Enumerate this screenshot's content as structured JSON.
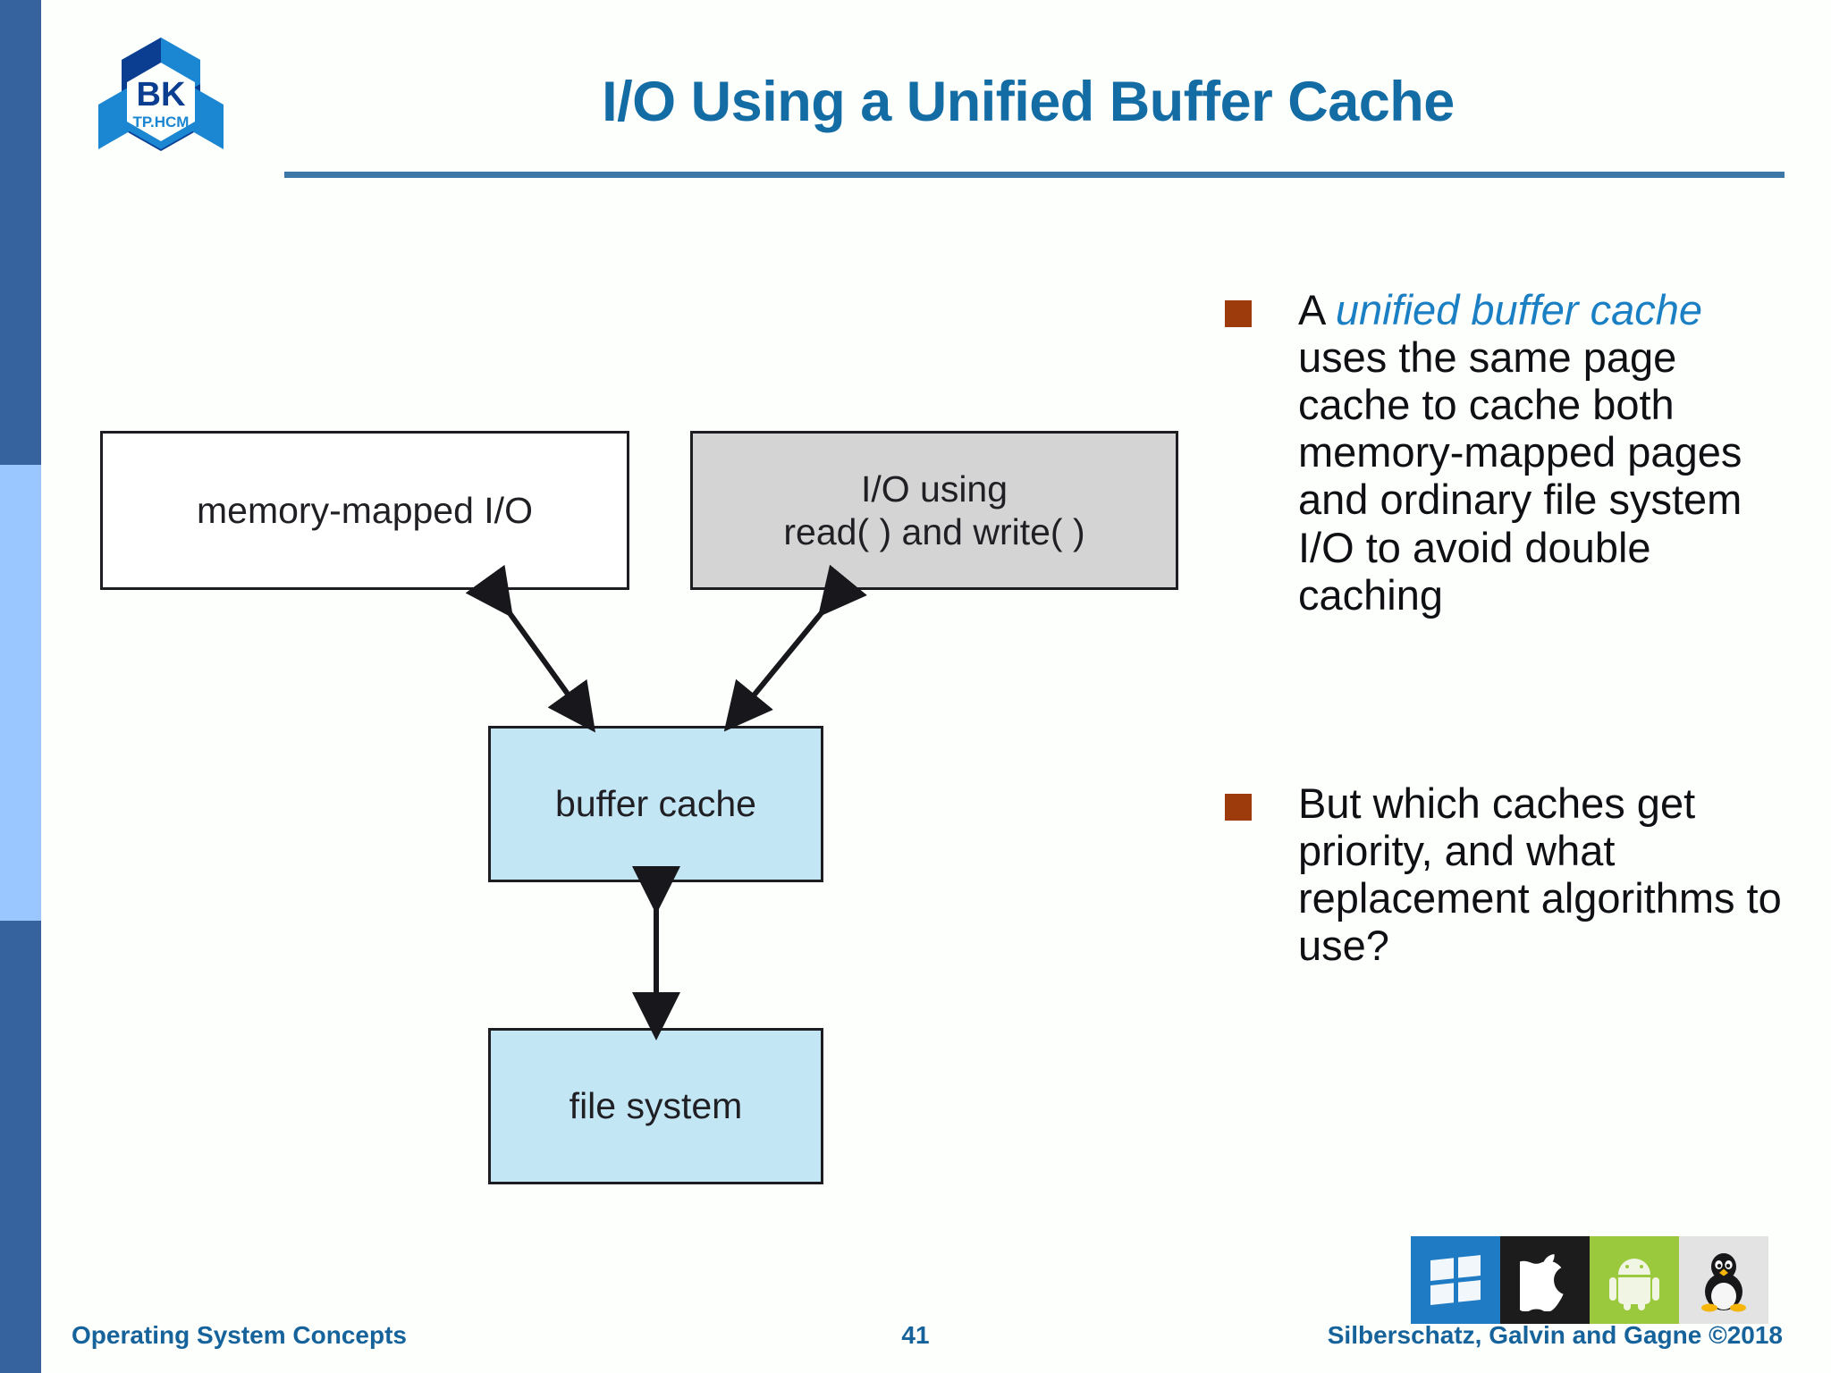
{
  "slide": {
    "title": "I/O Using a Unified Buffer Cache",
    "accent_color": "#136da4",
    "rule_color": "#3c77a8",
    "sidebar_dark_color": "#36639e",
    "sidebar_light_color": "#9ac7ff",
    "bullet_marker_color": "#9e3b0d"
  },
  "logo": {
    "name": "bk-tphcm-logo",
    "primary_text": "BK",
    "secondary_text": "TP.HCM"
  },
  "diagram": {
    "boxes": [
      {
        "id": "memory-mapped-io",
        "label": "memory-mapped I/O",
        "fill": "#ffffff"
      },
      {
        "id": "io-read-write",
        "line1": "I/O using",
        "line2": "read( ) and write( )",
        "fill": "#d4d4d4"
      },
      {
        "id": "buffer-cache",
        "label": "buffer cache",
        "fill": "#c3e6f5"
      },
      {
        "id": "file-system",
        "label": "file system",
        "fill": "#c3e6f5"
      }
    ],
    "connectors": [
      {
        "from": "memory-mapped-io",
        "to": "buffer-cache",
        "style": "double-arrow"
      },
      {
        "from": "io-read-write",
        "to": "buffer-cache",
        "style": "double-arrow"
      },
      {
        "from": "buffer-cache",
        "to": "file-system",
        "style": "double-arrow"
      }
    ]
  },
  "bullets": [
    {
      "id": "bullet-unified-buffer-cache",
      "lead": "A ",
      "emphasis": "unified buffer cache",
      "tail": " uses the same page cache to cache both memory-mapped pages and ordinary file system I/O to avoid double caching"
    },
    {
      "id": "bullet-priority-question",
      "lead": "But which caches get priority, and what replacement algorithms to use?",
      "emphasis": "",
      "tail": ""
    }
  ],
  "os_logos": [
    {
      "id": "windows-logo",
      "name": "windows-icon",
      "background": "#1e7bc4"
    },
    {
      "id": "apple-logo",
      "name": "apple-icon",
      "background": "#1c1c1c"
    },
    {
      "id": "android-logo",
      "name": "android-icon",
      "background": "#9bc93d"
    },
    {
      "id": "linux-logo",
      "name": "linux-tux-icon",
      "background": "#e3e3e3"
    }
  ],
  "footer": {
    "left": "Operating System Concepts",
    "page_number": "41",
    "right": "Silberschatz, Galvin and Gagne ©2018"
  }
}
